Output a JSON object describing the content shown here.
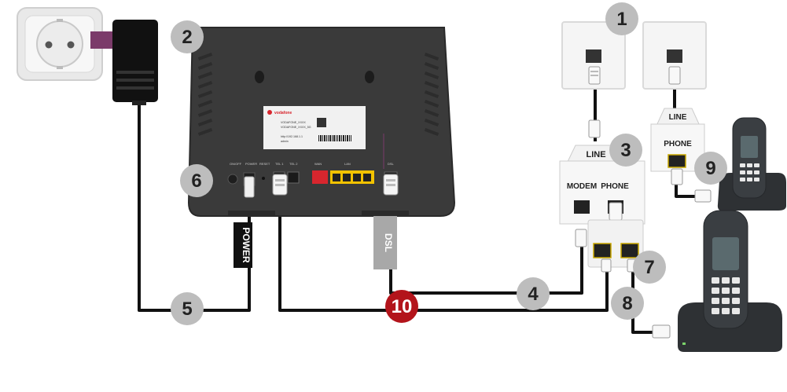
{
  "badges": {
    "b1": "1",
    "b2": "2",
    "b3": "3",
    "b4": "4",
    "b5": "5",
    "b6": "6",
    "b7": "7",
    "b8": "8",
    "b9": "9",
    "b10": "10"
  },
  "splitter": {
    "line": "LINE",
    "modem": "MODEM",
    "phone": "PHONE"
  },
  "adapter": {
    "line": "LINE",
    "phone": "PHONE"
  },
  "cable_tags": {
    "power": "POWER",
    "dsl": "DSL"
  },
  "router": {
    "brand": "vodafone",
    "port_labels": [
      "ON/OFF",
      "POWER",
      "RESET",
      "TEL 1",
      "TEL 2",
      "WAN",
      "LAN",
      "DSL"
    ],
    "sticker_lines": [
      "VODAFONE_XXXX",
      "VODAFONE_XXXX_5G",
      "http://192.168.1.1",
      "admin"
    ]
  },
  "colors": {
    "badge_gray": "#bdbdbd",
    "badge_red": "#b3141b",
    "cable": "#111111",
    "router_body": "#3a3a3a",
    "lan_ports": "#f2c200",
    "wan_port": "#d8262e"
  }
}
